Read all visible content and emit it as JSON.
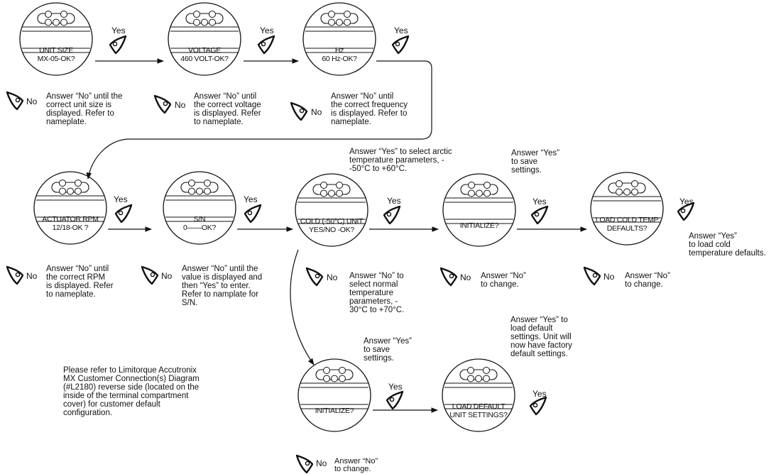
{
  "steps": [
    {
      "id": "unit-size",
      "display": "UNIT SIZE\nMX-05-OK?",
      "yes_label": "Yes",
      "no_label": "No",
      "no_note": "Answer “No” until the\ncorrect unit size is\ndisplayed. Refer to\nnameplate."
    },
    {
      "id": "voltage",
      "display": "VOLTAGE\n460 VOLT-OK?",
      "yes_label": "Yes",
      "no_label": "No",
      "no_note": "Answer “No” until\nthe correct voltage\nis displayed. Refer\nto nameplate."
    },
    {
      "id": "hz",
      "display": "Hz\n60 Hz-OK?",
      "yes_label": "Yes",
      "no_label": "No",
      "no_note": "Answer “No” until\nthe correct frequency\nis displayed. Refer to\nnameplate."
    },
    {
      "id": "actuator-rpm",
      "display": "ACTUATOR RPM\n12/18-OK ?",
      "yes_label": "Yes",
      "no_label": "No",
      "no_note": "Answer “No” until\nthe correct RPM\nis displayed. Refer\nto nameplate."
    },
    {
      "id": "serial",
      "display": "S/N\n0——OK?",
      "yes_label": "Yes",
      "no_label": "No",
      "no_note": "Answer “No” until the\nvalue is displayed and\nthen “Yes” to enter.\nRefer to namplate for\nS/N."
    },
    {
      "id": "cold-unit",
      "display": "COLD (-50°C) UNIT\nYES/NO -OK?",
      "yes_label": "Yes",
      "no_label": "No",
      "yes_note": "Answer “Yes” to select arctic\ntemperature parameters,   -\n-50°C to +60°C.",
      "no_note": "Answer “No” to\nselect normal\ntemperature\nparameters,  -\n30°C to +70°C."
    },
    {
      "id": "initialize-cold",
      "display": "INITIALIZE?",
      "yes_label": "Yes",
      "no_label": "No",
      "yes_note": "Answer “Yes”\nto save\nsettings.",
      "no_note": "Answer “No”\nto change."
    },
    {
      "id": "load-cold",
      "display": "LOAD COLD TEMP\nDEFAULTS?",
      "yes_label": "Yes",
      "no_label": "No",
      "yes_note": "Answer “Yes”\nto load cold\ntemperature defaults.",
      "no_note": "Answer “No”\nto change."
    },
    {
      "id": "initialize-normal",
      "display": "INITIALIZE?",
      "yes_label": "Yes",
      "no_label": "No",
      "yes_note": "Answer “Yes”\nto save\nsettings.",
      "no_note": "Answer “No”\nto change."
    },
    {
      "id": "load-default",
      "display": "LOAD DEFAULT\nUNIT SETTINGS?",
      "yes_label": "Yes",
      "yes_note": "Answer “Yes” to\nload default\nsettings. Unit will\nnow have factory\ndefault settings."
    }
  ],
  "reference_note": "Please refer to Limitorque Accutronix\nMX Customer Connection(s)  Diagram\n(#L2180) reverse side (located on the\ninside of the terminal compartment\ncover) for customer default\nconfiguration.",
  "colors": {
    "ink": "#111111",
    "background": "#ffffff"
  },
  "icons": {
    "yes": "knob-pointing-right-icon",
    "no": "knob-pointing-left-icon"
  }
}
